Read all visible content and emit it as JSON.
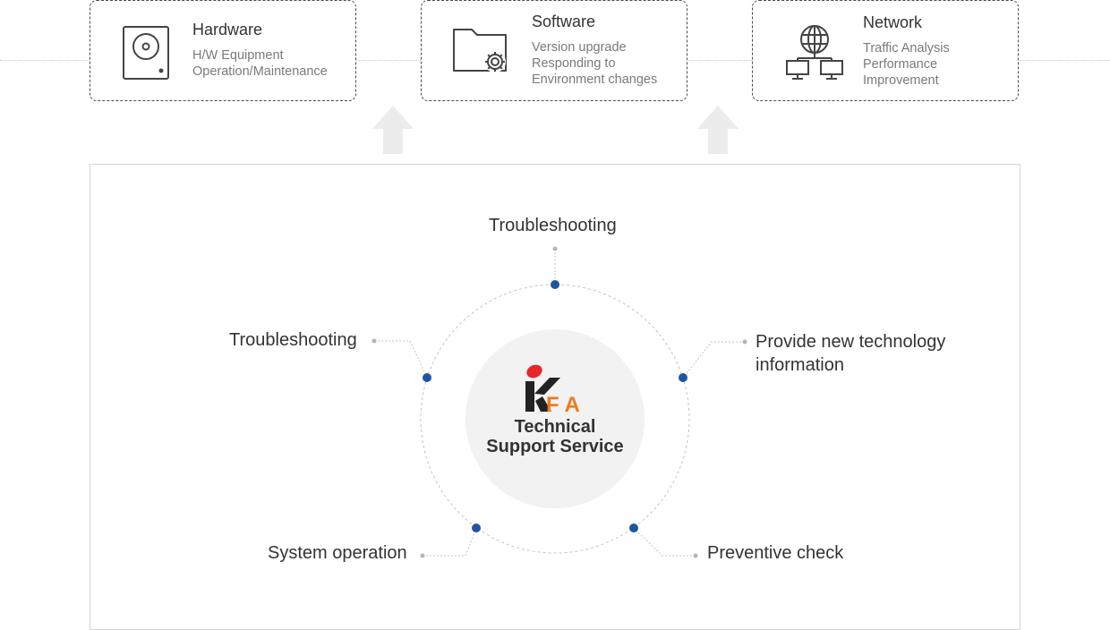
{
  "cards": [
    {
      "title": "Hardware",
      "icon": "hard-drive-icon",
      "lines": [
        "H/W Equipment",
        "Operation/Maintenance"
      ]
    },
    {
      "title": "Software",
      "icon": "folder-gear-icon",
      "lines": [
        "Version upgrade",
        "Responding to",
        "Environment changes"
      ]
    },
    {
      "title": "Network",
      "icon": "network-globe-icon",
      "lines": [
        "Traffic Analysis",
        "Performance",
        "Improvement"
      ]
    }
  ],
  "center": {
    "logo_text": "KFA",
    "title_line1": "Technical",
    "title_line2": "Support Service"
  },
  "items": {
    "top": "Troubleshooting",
    "left": "Troubleshooting",
    "right_line1": "Provide new technology",
    "right_line2": "information",
    "bottom_left": "System operation",
    "bottom_right": "Preventive check"
  },
  "colors": {
    "node_dot": "#1f55a0",
    "connector_dot": "#b5b5b5",
    "logo_red": "#e8262b",
    "logo_orange": "#f07a1b",
    "logo_black": "#222222",
    "arrow": "#ececec"
  }
}
